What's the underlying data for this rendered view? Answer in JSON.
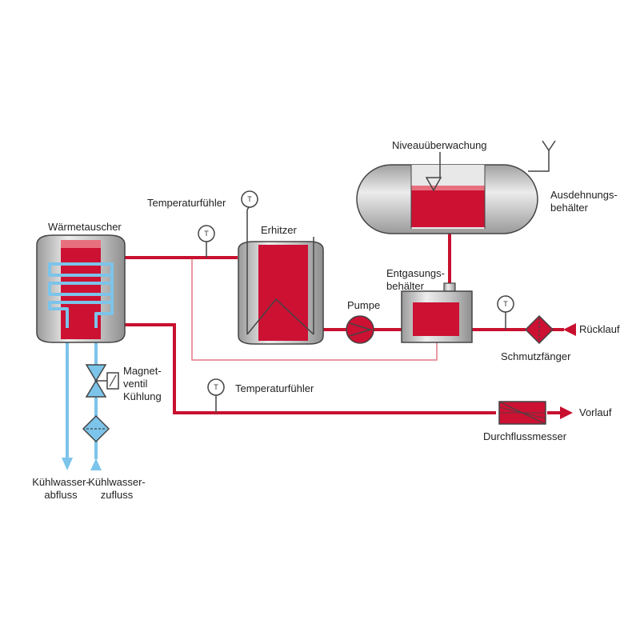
{
  "labels": {
    "niveau": "Niveauüberwachung",
    "ausdehnung": "Ausdehnungs-\nbehälter",
    "temp_top": "Temperaturfühler",
    "waermetauscher": "Wärmetauscher",
    "erhitzer": "Erhitzer",
    "entgasung": "Entgasungs-\nbehälter",
    "pumpe": "Pumpe",
    "ruecklauf": "Rücklauf",
    "schmutzfaenger": "Schmutzfänger",
    "magnetventil": "Magnet-\nventil\nKühlung",
    "temp_bottom": "Temperaturfühler",
    "vorlauf": "Vorlauf",
    "durchfluss": "Durchflussmesser",
    "kw_abfluss": "Kühlwasser-\nabfluss",
    "kw_zufluss": "Kühlwasser-\nzufluss"
  },
  "sensor_letter": "T",
  "colors": {
    "pipe_red": "#c8102e",
    "fluid_red": "#cc1133",
    "pink_line": "#e07a86",
    "cool_blue": "#7cc4ea",
    "vessel_grey": "#b3b3b3",
    "outline": "#444444"
  }
}
